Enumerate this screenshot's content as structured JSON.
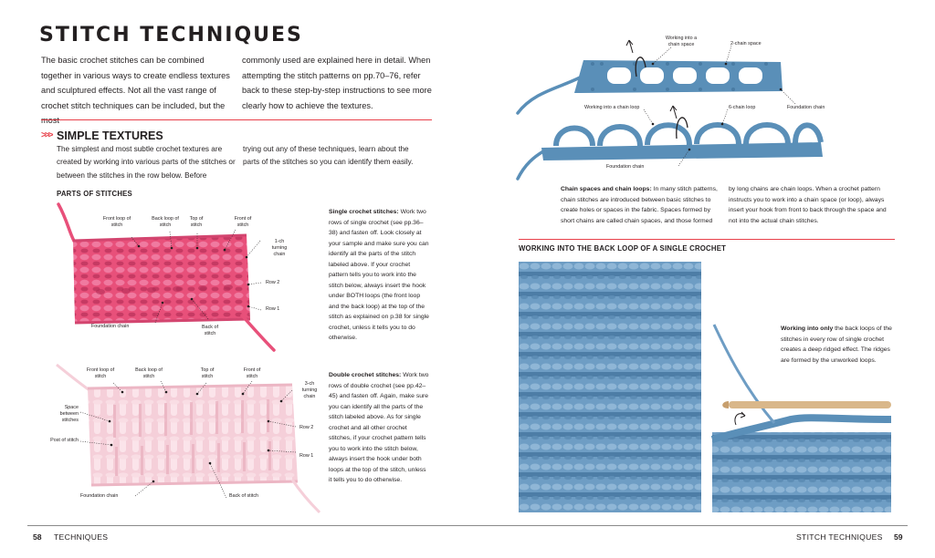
{
  "page": {
    "title": "STITCH TECHNIQUES",
    "intro_col1": "The basic crochet stitches can be combined together in various ways to create endless textures and sculptured effects. Not all the vast range of crochet stitch techniques can be included, but the most",
    "intro_col2": "commonly used are explained here in detail. When attempting the stitch patterns on pp.70–76, refer back to these step-by-step instructions to see more clearly how to achieve the textures."
  },
  "simple_textures": {
    "heading": "SIMPLE TEXTURES",
    "text_col1": "The simplest and most subtle crochet textures are created by working into various parts of the stitches or between the stitches in the row below. Before",
    "text_col2": "trying out any of these techniques, learn about the parts of the stitches so you can identify them easily."
  },
  "parts_of_stitches": {
    "heading": "PARTS OF STITCHES",
    "single": {
      "labels": {
        "front_loop": "Front loop of stitch",
        "back_loop": "Back loop of stitch",
        "top": "Top of stitch",
        "front_of": "Front of stitch",
        "turning": "1-ch turning chain",
        "row2": "Row 2",
        "row1": "Row 1",
        "foundation": "Foundation chain",
        "back_of": "Back of stitch"
      },
      "caption_bold": "Single crochet stitches:",
      "caption_text": " Work two rows of single crochet (see pp.36–38) and fasten off. Look closely at your sample and make sure you can identify all the parts of the stitch labeled above. If your crochet pattern tells you to work into the stitch below, always insert the hook under BOTH loops (the front loop and the back loop) at the top of the stitch as explained on p.38 for single crochet, unless it tells you to do otherwise."
    },
    "double": {
      "labels": {
        "front_loop": "Front loop of stitch",
        "back_loop": "Back loop of stitch",
        "top": "Top of stitch",
        "front_of": "Front of stitch",
        "turning": "3-ch turning chain",
        "space": "Space between stitches",
        "post": "Post of stitch",
        "row2": "Row 2",
        "row1": "Row 1",
        "foundation": "Foundation chain",
        "back_of": "Back of stitch"
      },
      "caption_bold": "Double crochet stitches:",
      "caption_text": " Work two rows of double crochet (see pp.42–45) and fasten off. Again, make sure you can identify all the parts of the stitch labeled above. As for single crochet and all other crochet stitches, if your crochet pattern tells you to work into the stitch below, always insert the hook under both loops at the top of the stitch, unless it tells you to do otherwise."
    }
  },
  "chains": {
    "labels": {
      "working_space": "Working into a chain space",
      "two_ch_space": "2-chain space",
      "foundation_top": "Foundation chain",
      "working_loop": "Working into a chain loop",
      "six_ch_loop": "6-chain loop",
      "foundation_bottom": "Foundation chain"
    },
    "caption_bold": "Chain spaces and chain loops:",
    "caption_col1": " In many stitch patterns, chain stitches are introduced between basic stitches to create holes or spaces in the fabric. Spaces formed by short chains are called chain spaces, and those formed",
    "caption_col2": "by long chains are chain loops. When a crochet pattern instructs you to work into a chain space (or loop), always insert your hook from front to back through the space and not into the actual chain stitches."
  },
  "back_loop": {
    "heading": "WORKING INTO THE BACK LOOP OF A SINGLE CROCHET",
    "caption_bold": "Working into only",
    "caption_text": " the back loops of the stitches in every row of single crochet creates a deep ridged effect. The ridges are formed by the unworked loops."
  },
  "footer": {
    "left_num": "58",
    "left_label": "TECHNIQUES",
    "right_label": "STITCH TECHNIQUES",
    "right_num": "59"
  },
  "colors": {
    "accent": "#e8404a",
    "pink_yarn": "#e8507a",
    "light_pink_yarn": "#f5cfd9",
    "blue_yarn": "#5a8fb8",
    "hook": "#d9b78a"
  }
}
